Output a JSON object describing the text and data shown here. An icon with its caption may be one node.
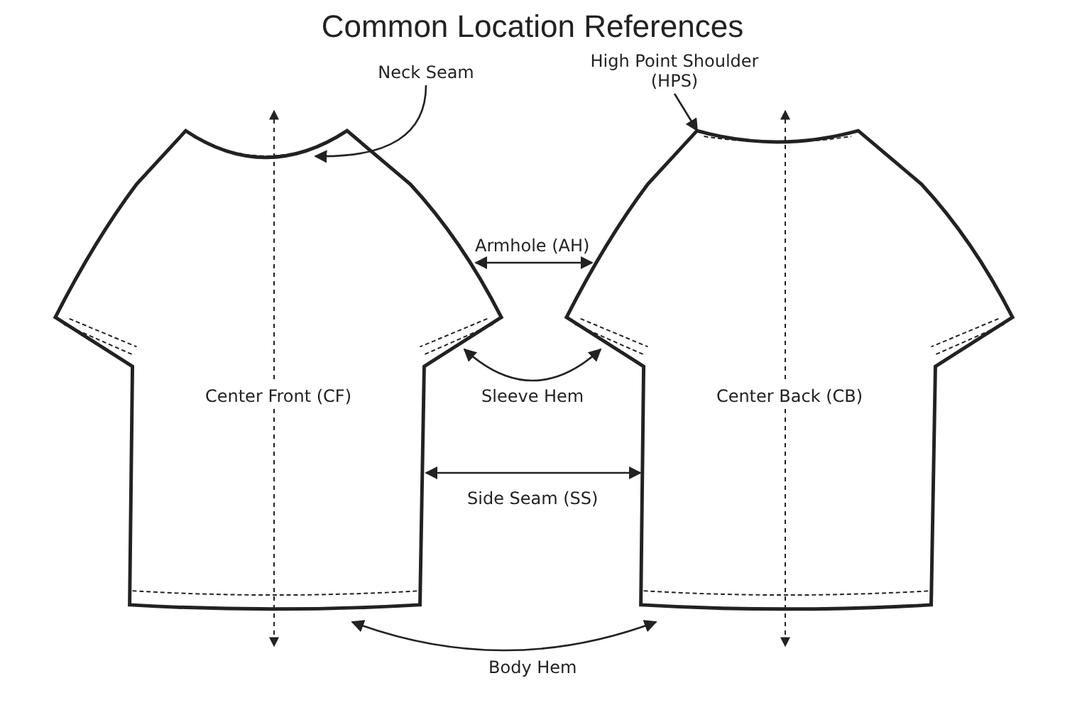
{
  "diagram": {
    "title": "Common Location References",
    "nodes": [
      {
        "text": [
          "Center Front (CF)"
        ]
      },
      {
        "text": [
          "Center Back (CB)"
        ]
      },
      {
        "text": [
          "Neck Seam"
        ]
      },
      {
        "text": [
          "High Point Shoulder (HPS)"
        ]
      }
    ],
    "edges": [
      {
        "from": 2,
        "to": 0,
        "arrow": "to"
      },
      {
        "from": 3,
        "to": 1,
        "arrow": "to"
      },
      {
        "from": 0,
        "to": 1,
        "arrow": "both",
        "label": "Armhole (AH)"
      },
      {
        "from": 0,
        "to": 1,
        "arrow": "both",
        "label": "Sleeve Hem"
      },
      {
        "from": 0,
        "to": 1,
        "arrow": "both",
        "label": "Side Seam (SS)"
      },
      {
        "from": 0,
        "to": 1,
        "arrow": "both",
        "label": "Body Hem"
      }
    ]
  }
}
